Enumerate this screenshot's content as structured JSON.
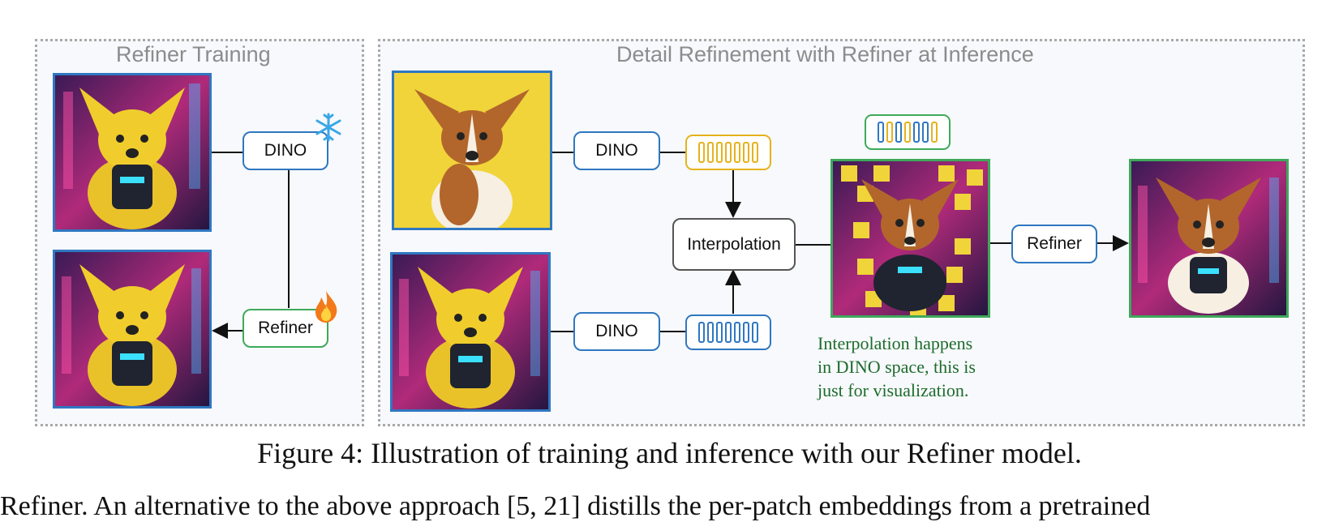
{
  "left_panel": {
    "title": "Refiner Training",
    "dino_label": "DINO",
    "refiner_label": "Refiner"
  },
  "right_panel": {
    "title": "Detail Refinement with Refiner at Inference",
    "dino_top_label": "DINO",
    "dino_bottom_label": "DINO",
    "interpolation_label": "Interpolation",
    "refiner_label": "Refiner",
    "note_lines": [
      "Interpolation happens",
      "in DINO space, this is",
      "just for visualization."
    ]
  },
  "caption": "Figure 4: Illustration of training and inference with our Refiner model.",
  "cutoff_text": "Refiner. An alternative to the above approach [5, 21] distills the per-patch embeddings from a pretrained",
  "icons": {
    "frozen": "snowflake-icon",
    "trainable": "fire-icon"
  },
  "colors": {
    "blue": "#2f77c1",
    "green": "#3ea95b",
    "yellow": "#e6b21c",
    "note_text": "#1e6b2c"
  }
}
